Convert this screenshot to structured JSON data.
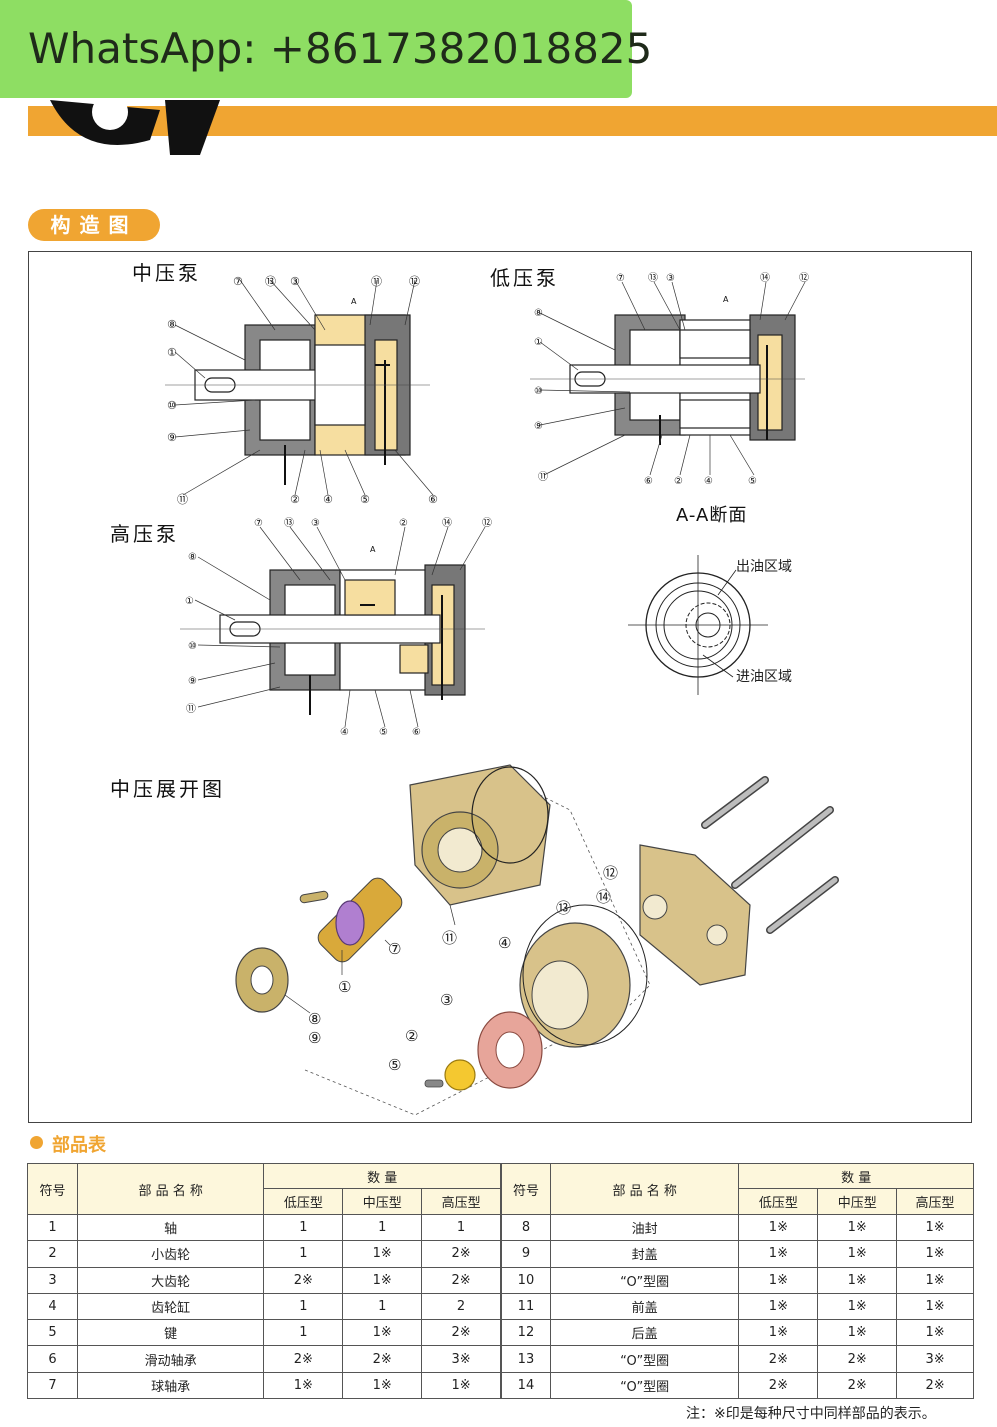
{
  "banner": {
    "text": "WhatsApp: +8617382018825"
  },
  "section": {
    "label": "构造图"
  },
  "diagrams": {
    "medium_title": "中压泵",
    "low_title": "低压泵",
    "high_title": "高压泵",
    "section_title": "A-A断面",
    "outlet_label": "出油区域",
    "inlet_label": "进油区域",
    "exploded_title": "中压展开图",
    "section_marker": "A",
    "medium_callouts": [
      "⑦",
      "⑬",
      "③",
      "⑪",
      "⑫",
      "⑧",
      "①",
      "⑩",
      "⑨",
      "⑪",
      "②",
      "④",
      "⑤",
      "⑥"
    ],
    "low_callouts": [
      "⑦",
      "⑬",
      "③",
      "⑭",
      "⑫",
      "⑧",
      "①",
      "⑩",
      "⑨",
      "⑪",
      "⑥",
      "②",
      "④",
      "⑤"
    ],
    "high_callouts": [
      "⑦",
      "⑬",
      "③",
      "②",
      "⑭",
      "⑫",
      "⑧",
      "①",
      "⑩",
      "⑨",
      "⑪",
      "④",
      "⑤",
      "⑥"
    ],
    "exploded_callouts": [
      "⑫",
      "⑭",
      "⑬",
      "⑪",
      "④",
      "⑦",
      "①",
      "⑧",
      "⑨",
      "③",
      "②",
      "⑤"
    ]
  },
  "parts": {
    "heading": "部品表",
    "headers": {
      "no": "符号",
      "name": "部 品 名 称",
      "qty": "数 量",
      "low": "低压型",
      "mid": "中压型",
      "high": "高压型"
    },
    "left_rows": [
      {
        "no": "1",
        "name": "轴",
        "low": "1",
        "mid": "1",
        "high": "1"
      },
      {
        "no": "2",
        "name": "小齿轮",
        "low": "1",
        "mid": "1※",
        "high": "2※"
      },
      {
        "no": "3",
        "name": "大齿轮",
        "low": "2※",
        "mid": "1※",
        "high": "2※"
      },
      {
        "no": "4",
        "name": "齿轮缸",
        "low": "1",
        "mid": "1",
        "high": "2"
      },
      {
        "no": "5",
        "name": "键",
        "low": "1",
        "mid": "1※",
        "high": "2※"
      },
      {
        "no": "6",
        "name": "滑动轴承",
        "low": "2※",
        "mid": "2※",
        "high": "3※"
      },
      {
        "no": "7",
        "name": "球轴承",
        "low": "1※",
        "mid": "1※",
        "high": "1※"
      }
    ],
    "right_rows": [
      {
        "no": "8",
        "name": "油封",
        "low": "1※",
        "mid": "1※",
        "high": "1※"
      },
      {
        "no": "9",
        "name": "封盖",
        "low": "1※",
        "mid": "1※",
        "high": "1※"
      },
      {
        "no": "10",
        "name": "“O”型圈",
        "low": "1※",
        "mid": "1※",
        "high": "1※"
      },
      {
        "no": "11",
        "name": "前盖",
        "low": "1※",
        "mid": "1※",
        "high": "1※"
      },
      {
        "no": "12",
        "name": "后盖",
        "low": "1※",
        "mid": "1※",
        "high": "1※"
      },
      {
        "no": "13",
        "name": "“O”型圈",
        "low": "2※",
        "mid": "2※",
        "high": "3※"
      },
      {
        "no": "14",
        "name": "“O”型圈",
        "low": "2※",
        "mid": "2※",
        "high": "2※"
      }
    ],
    "footnote": "注：※印是每种尺寸中同样部品的表示。"
  },
  "colors": {
    "accent": "#f0a532",
    "banner": "#8ede63",
    "part_fill": "#f6dea0",
    "gold": "#c9b26a",
    "pink": "#e7a59a",
    "purple": "#8b5aa5"
  }
}
